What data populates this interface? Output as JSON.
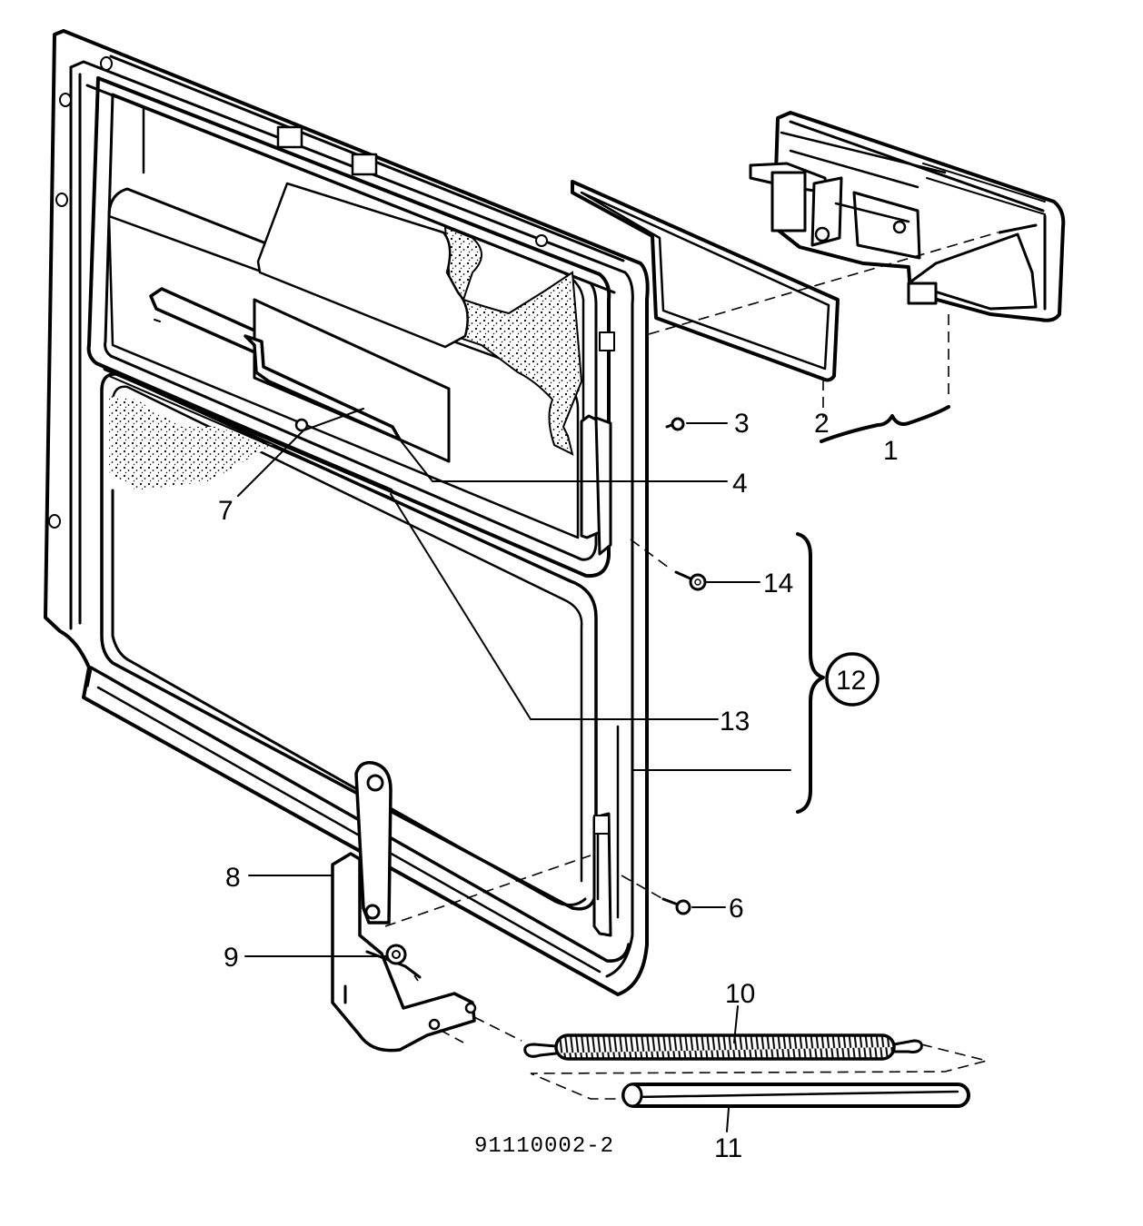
{
  "callouts": {
    "c1": "1",
    "c2": "2",
    "c3": "3",
    "c4": "4",
    "c6": "6",
    "c7": "7",
    "c8": "8",
    "c9": "9",
    "c10": "10",
    "c11": "11",
    "c12": "12",
    "c13": "13",
    "c14": "14"
  },
  "caption": "91110002-2",
  "colors": {
    "ink": "#000000",
    "paper": "#ffffff"
  }
}
